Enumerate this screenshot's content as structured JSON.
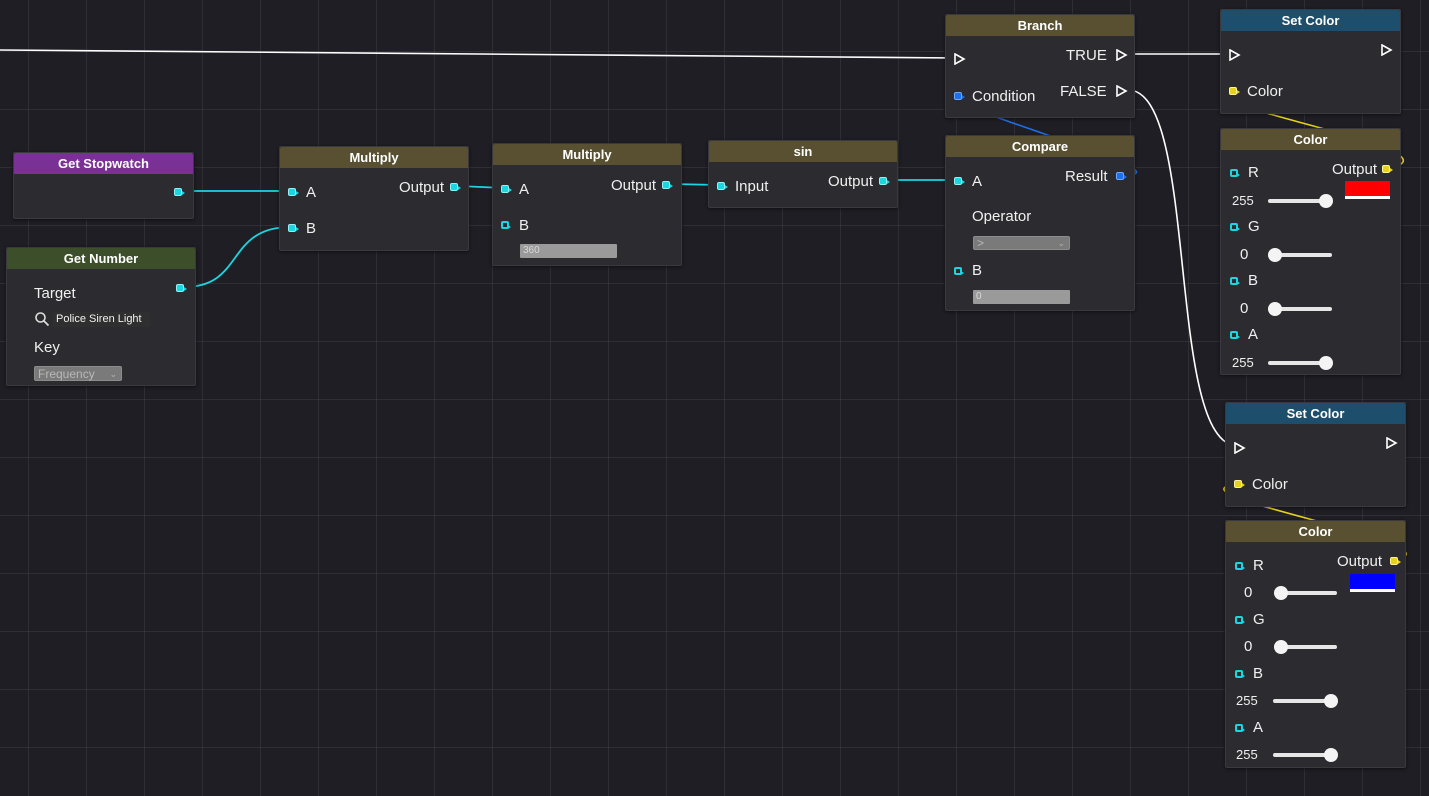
{
  "nodes": {
    "get_stopwatch": {
      "title": "Get Stopwatch"
    },
    "get_number": {
      "title": "Get Number",
      "target_label": "Target",
      "target_value": "Police Siren Light",
      "key_label": "Key",
      "key_value": "Frequency"
    },
    "multiply1": {
      "title": "Multiply",
      "a_label": "A",
      "b_label": "B",
      "output_label": "Output"
    },
    "multiply2": {
      "title": "Multiply",
      "a_label": "A",
      "b_label": "B",
      "output_label": "Output",
      "b_value": "360"
    },
    "sin": {
      "title": "sin",
      "input_label": "Input",
      "output_label": "Output"
    },
    "branch": {
      "title": "Branch",
      "true_label": "TRUE",
      "false_label": "FALSE",
      "condition_label": "Condition"
    },
    "compare": {
      "title": "Compare",
      "a_label": "A",
      "result_label": "Result",
      "operator_label": "Operator",
      "operator_value": ">",
      "b_label": "B",
      "b_value": "0"
    },
    "set_color1": {
      "title": "Set Color",
      "color_label": "Color"
    },
    "color1": {
      "title": "Color",
      "output_label": "Output",
      "swatch_color": "#ff0000",
      "r_label": "R",
      "r_value": "255",
      "g_label": "G",
      "g_value": "0",
      "b_label": "B",
      "b_value": "0",
      "a_label": "A",
      "a_value": "255"
    },
    "set_color2": {
      "title": "Set Color",
      "color_label": "Color"
    },
    "color2": {
      "title": "Color",
      "output_label": "Output",
      "swatch_color": "#0000ff",
      "r_label": "R",
      "r_value": "0",
      "g_label": "G",
      "g_value": "0",
      "b_label": "B",
      "b_value": "255",
      "a_label": "A",
      "a_value": "255"
    }
  },
  "colors": {
    "wire_exec": "#ffffff",
    "wire_number": "#1ad6e0",
    "wire_bool": "#1f6fe8",
    "wire_color": "#e6d21e"
  }
}
